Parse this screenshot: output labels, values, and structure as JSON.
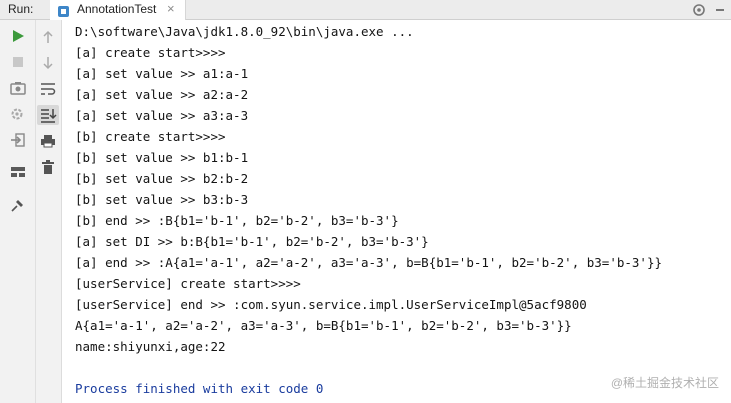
{
  "header": {
    "run_label": "Run:",
    "tab_title": "AnnotationTest",
    "close_glyph": "×"
  },
  "toolbar": {
    "left": [
      "run-icon",
      "stop-icon",
      "camera-icon",
      "settings-icon",
      "login-icon",
      "layout-icon",
      "pin-icon"
    ],
    "right": [
      "up-arrow-icon",
      "down-arrow-icon",
      "soft-wrap-icon",
      "scroll-to-end-icon",
      "print-icon",
      "trash-icon"
    ]
  },
  "console": {
    "lines": [
      "D:\\software\\Java\\jdk1.8.0_92\\bin\\java.exe ...",
      "[a] create start>>>>",
      "[a] set value >> a1:a-1",
      "[a] set value >> a2:a-2",
      "[a] set value >> a3:a-3",
      "[b] create start>>>>",
      "[b] set value >> b1:b-1",
      "[b] set value >> b2:b-2",
      "[b] set value >> b3:b-3",
      "[b] end >> :B{b1='b-1', b2='b-2', b3='b-3'}",
      "[a] set DI >> b:B{b1='b-1', b2='b-2', b3='b-3'}",
      "[a] end >> :A{a1='a-1', a2='a-2', a3='a-3', b=B{b1='b-1', b2='b-2', b3='b-3'}}",
      "[userService] create start>>>>",
      "[userService] end >> :com.syun.service.impl.UserServiceImpl@5acf9800",
      "A{a1='a-1', a2='a-2', a3='a-3', b=B{b1='b-1', b2='b-2', b3='b-3'}}",
      "name:shiyunxi,age:22",
      "",
      "Process finished with exit code 0"
    ],
    "watermark": "@稀土掘金技术社区"
  },
  "colors": {
    "run_green": "#3c9a3c",
    "finish_blue": "#1a3c9e",
    "tab_icon_blue": "#3e86c8"
  }
}
